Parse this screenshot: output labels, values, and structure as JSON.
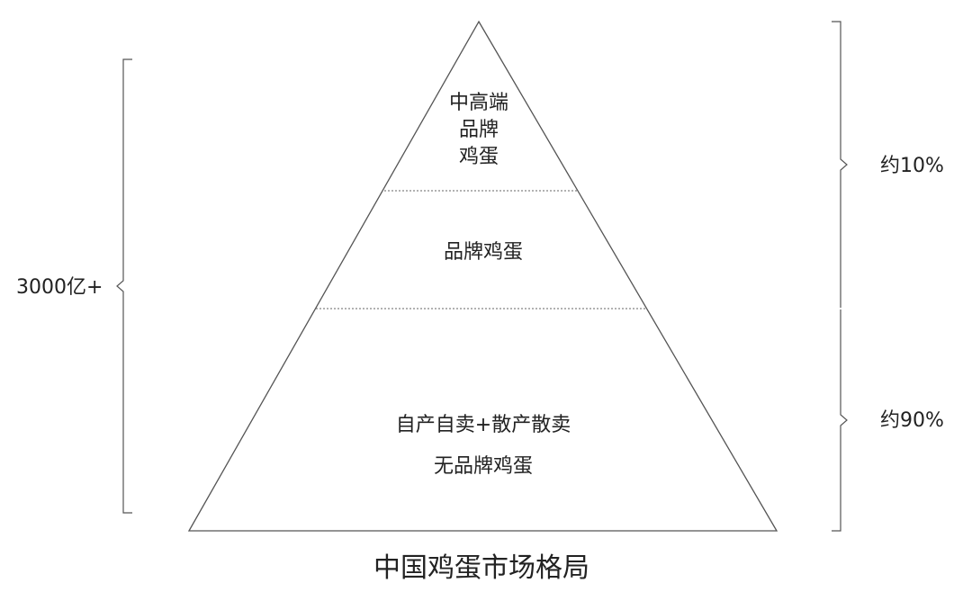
{
  "pyramid": {
    "top_tier_lines": [
      "中高端",
      "品牌",
      "鸡蛋"
    ],
    "middle_tier": "品牌鸡蛋",
    "bottom_tier_lines": [
      "自产自卖+散产散卖",
      "无品牌鸡蛋"
    ]
  },
  "left_bracket": {
    "label": "3000亿+"
  },
  "right_brackets": [
    {
      "label": "约10%"
    },
    {
      "label": "约90%"
    }
  ],
  "title": "中国鸡蛋市场格局",
  "colors": {
    "stroke": "#555555",
    "dashed": "#666666",
    "text": "#222222"
  }
}
